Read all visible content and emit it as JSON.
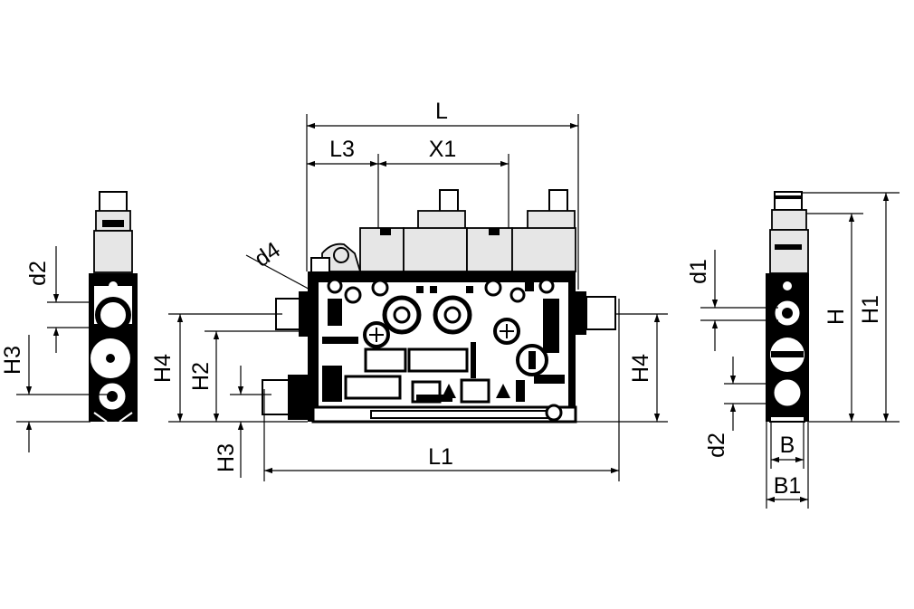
{
  "views": {
    "left": {
      "labels": {
        "d2": "d2",
        "h3": "H3"
      }
    },
    "front": {
      "labels": {
        "l": "L",
        "l3": "L3",
        "x1": "X1",
        "d4": "d4",
        "h4_left": "H4",
        "h2": "H2",
        "h3": "H3",
        "l1": "L1",
        "h4_right": "H4"
      }
    },
    "right": {
      "labels": {
        "d1": "d1",
        "h": "H",
        "h1": "H1",
        "d2": "d2",
        "b": "B",
        "b1": "B1"
      }
    }
  }
}
